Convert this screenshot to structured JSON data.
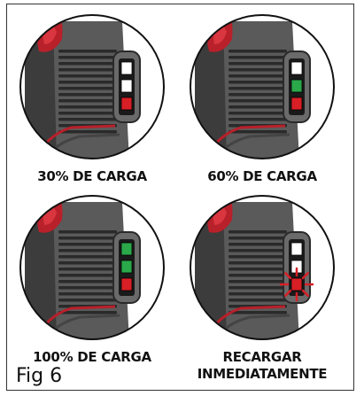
{
  "figure_label": "Fig 6",
  "colors": {
    "led_white": "#ffffff",
    "led_green": "#2aa84a",
    "led_red": "#d81f26",
    "tool_body": "#5a5a5a",
    "tool_dark": "#2a2a2a",
    "tool_accent": "#b8202a"
  },
  "panels": [
    {
      "caption": "30% DE CARGA",
      "leds": [
        "white",
        "white",
        "red"
      ],
      "blinking": false
    },
    {
      "caption": "60% DE CARGA",
      "leds": [
        "white",
        "green",
        "red"
      ],
      "blinking": false
    },
    {
      "caption": "100% DE CARGA",
      "leds": [
        "green",
        "green",
        "red"
      ],
      "blinking": false
    },
    {
      "caption_line1": "RECARGAR",
      "caption_line2": "INMEDIATAMENTE",
      "leds": [
        "white",
        "white",
        "red"
      ],
      "blinking": true
    }
  ]
}
